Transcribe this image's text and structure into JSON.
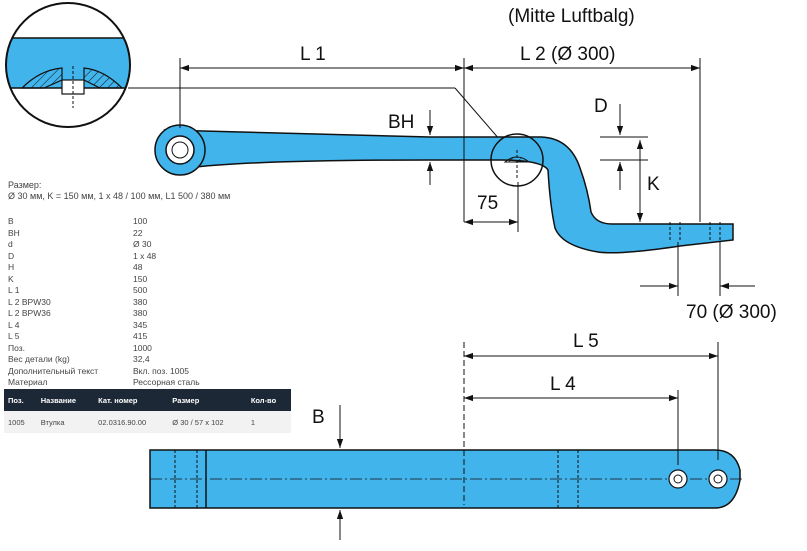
{
  "labels": {
    "title": "(Mitte Luftbalg)",
    "l1": "L 1",
    "l2": "L 2 (Ø 300)",
    "l4": "L 4",
    "l5": "L 5",
    "bh": "BH",
    "d": "D",
    "k": "K",
    "b": "B",
    "dim75": "75",
    "dim70": "70 (Ø 300)"
  },
  "spec": {
    "header_line1": "Размер:",
    "header_line2": "Ø 30 мм, K = 150 мм, 1 x 48 / 100 мм, L1 500 / 380 мм",
    "rows": [
      {
        "k": "B",
        "v": "100"
      },
      {
        "k": "BH",
        "v": "22"
      },
      {
        "k": "d",
        "v": "Ø 30"
      },
      {
        "k": "D",
        "v": "1 x 48"
      },
      {
        "k": "H",
        "v": "48"
      },
      {
        "k": "K",
        "v": "150"
      },
      {
        "k": "L 1",
        "v": "500"
      },
      {
        "k": "L 2 BPW30",
        "v": "380"
      },
      {
        "k": "L 2 BPW36",
        "v": "380"
      },
      {
        "k": "L 4",
        "v": "345"
      },
      {
        "k": "L 5",
        "v": "415"
      },
      {
        "k": "Поз.",
        "v": "1000"
      },
      {
        "k": "Вес детали (kg)",
        "v": "32,4"
      },
      {
        "k": "Дополнительный текст",
        "v": "Вкл. поз. 1005"
      },
      {
        "k": "Материал",
        "v": "Рессорная сталь"
      }
    ]
  },
  "parts_table": {
    "headers": [
      "Поз.",
      "Название",
      "Кат. номер",
      "Размер",
      "Кол-во"
    ],
    "rows": [
      [
        "1005",
        "Втулка",
        "02.0316.90.00",
        "Ø 30 / 57 x 102",
        "1"
      ]
    ]
  },
  "colors": {
    "steel": "#42b4ec",
    "line": "#111111",
    "header_bg": "#1c2836"
  }
}
